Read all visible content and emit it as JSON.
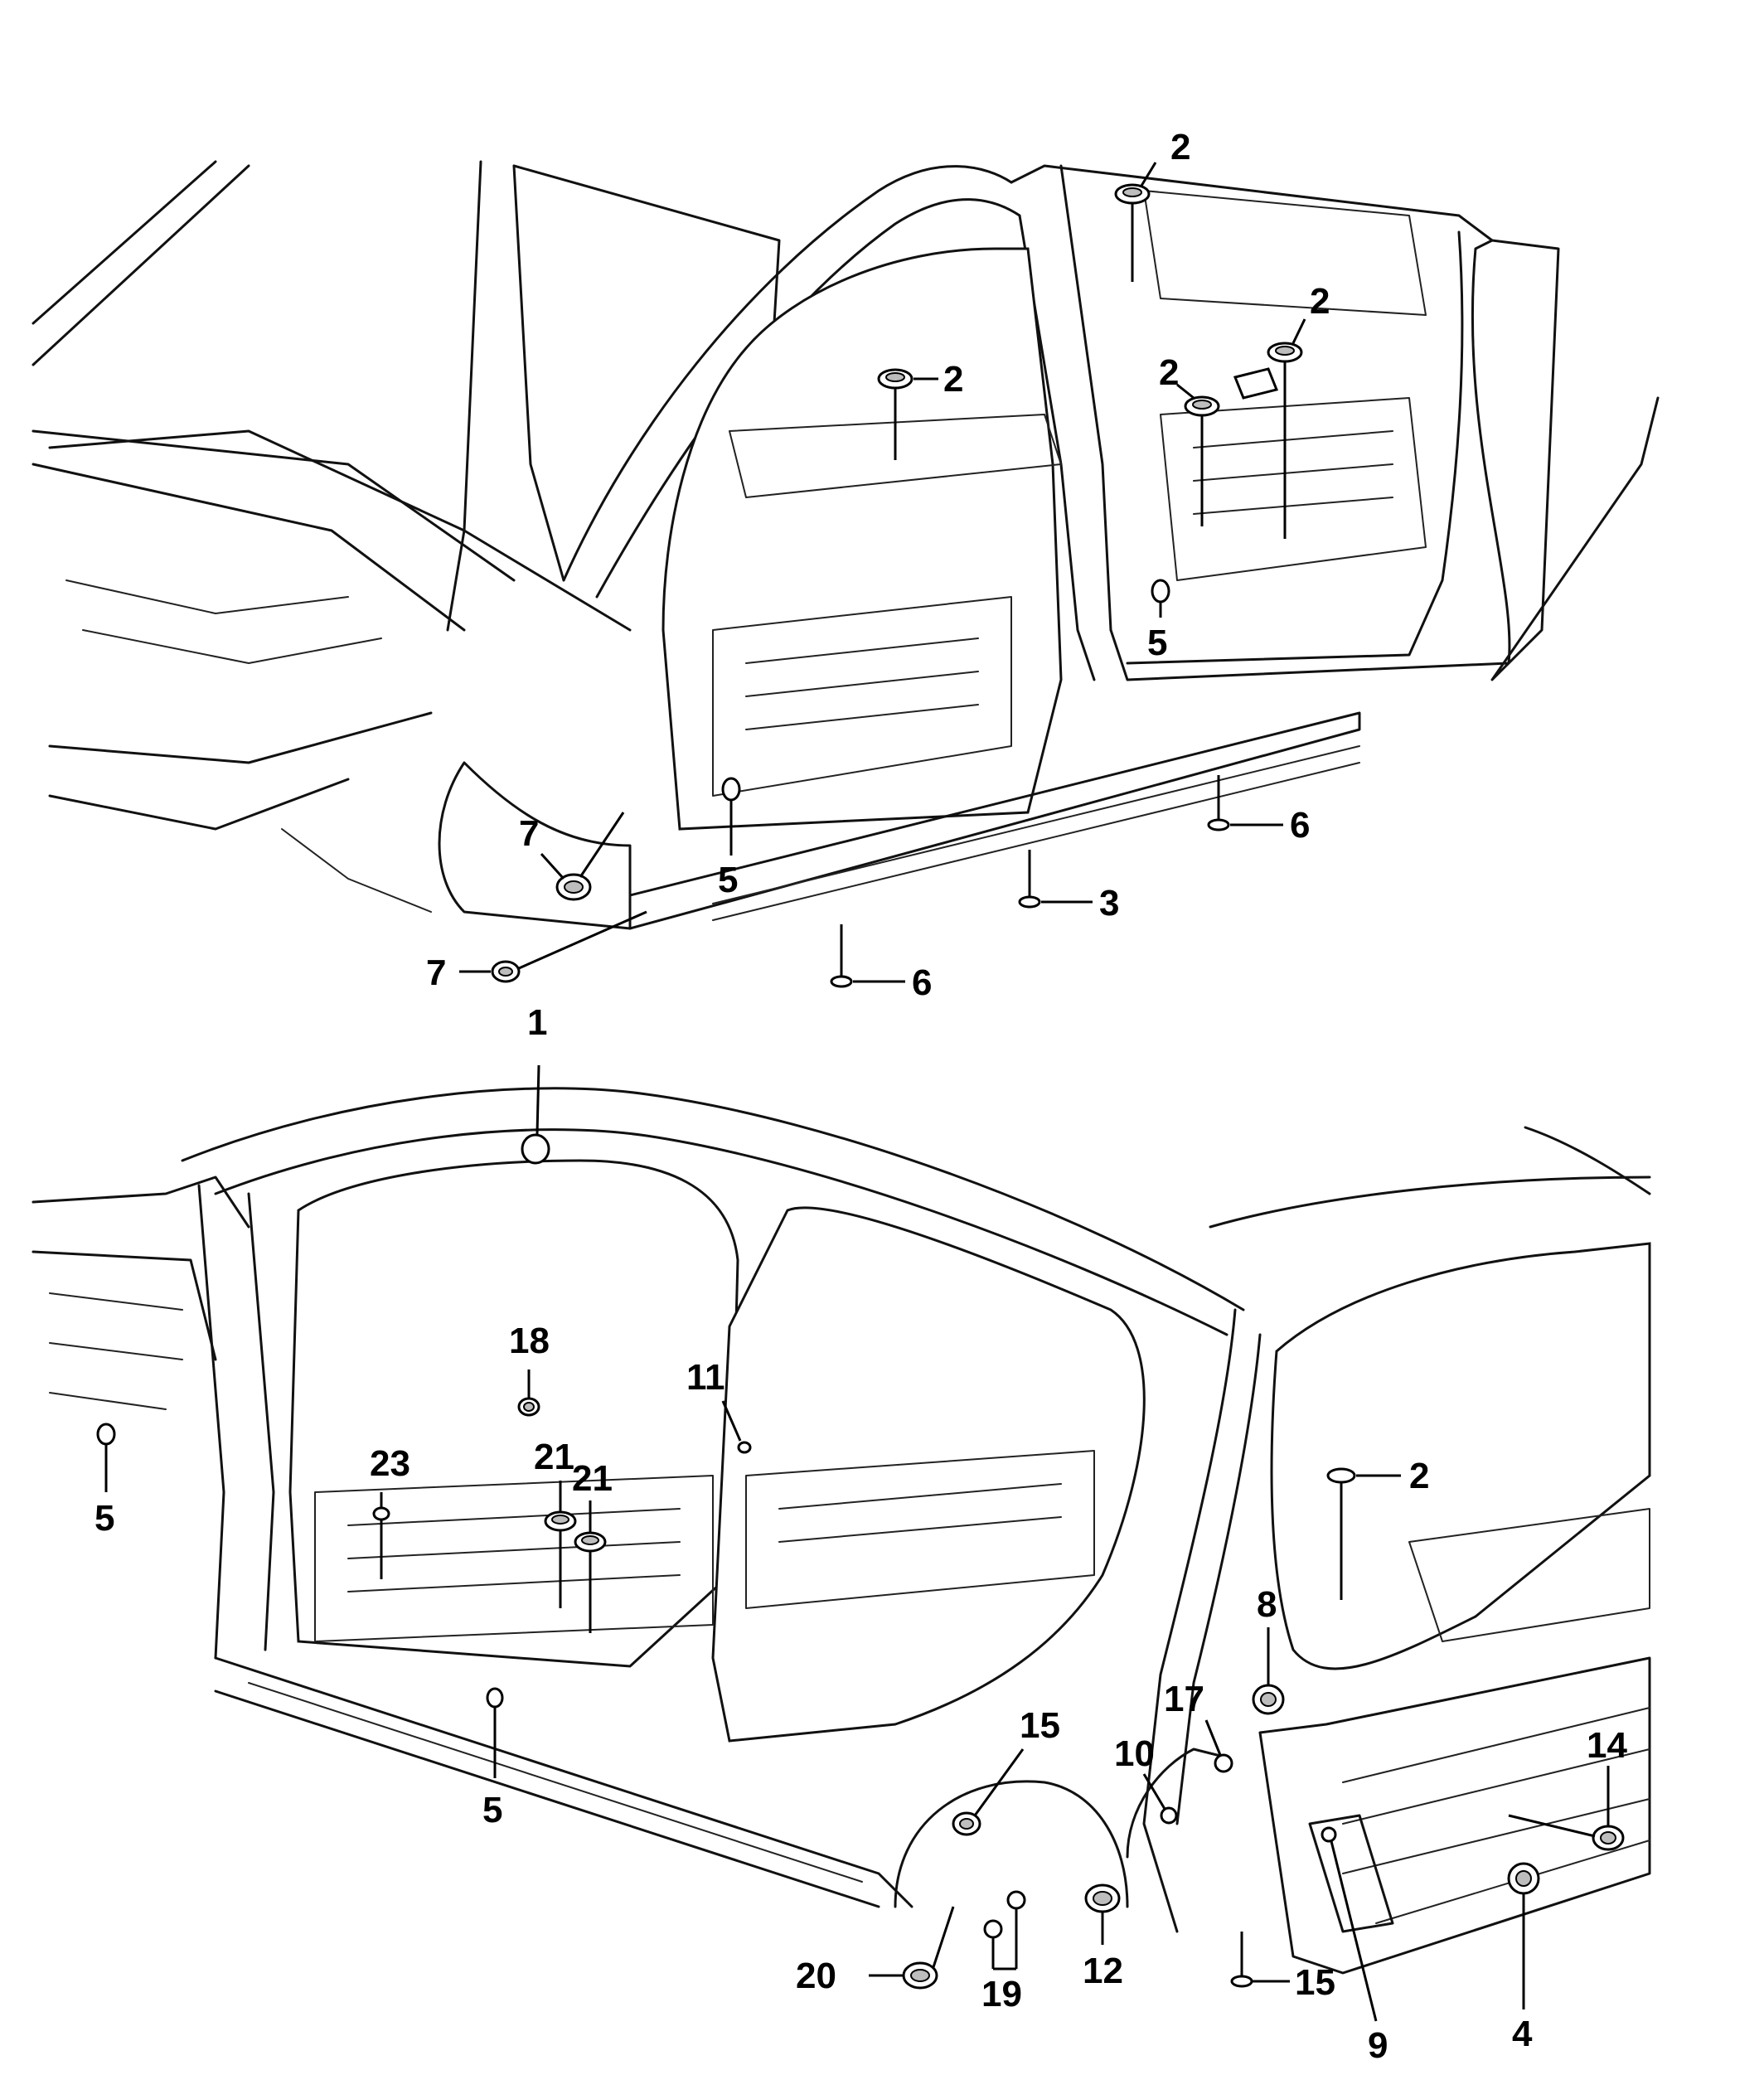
{
  "callouts": {
    "c1": "1",
    "c2": "2",
    "c3": "3",
    "c4": "4",
    "c5": "5",
    "c6": "6",
    "c7": "7",
    "c8": "8",
    "c9": "9",
    "c10": "10",
    "c11": "11",
    "c12": "12",
    "c14": "14",
    "c15": "15",
    "c17": "17",
    "c18": "18",
    "c19": "19",
    "c20": "20",
    "c21": "21",
    "c23": "23"
  }
}
